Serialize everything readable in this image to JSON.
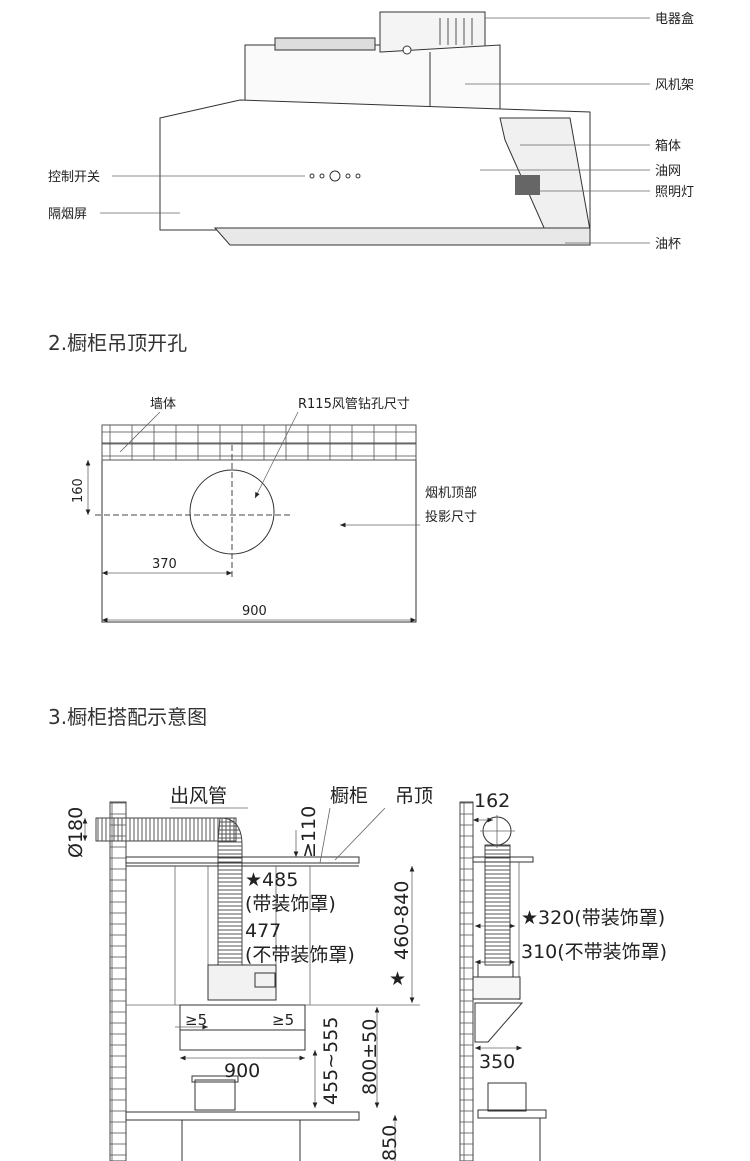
{
  "part1": {
    "labels_right": [
      "电器盒",
      "风机架",
      "箱体",
      "油网",
      "照明灯",
      "油杯"
    ],
    "labels_left": [
      "控制开关",
      "隔烟屏"
    ]
  },
  "part2": {
    "heading": "2.橱柜吊顶开孔",
    "wall": "墙体",
    "hole": "R115风管钻孔尺寸",
    "proj1": "烟机顶部",
    "proj2": "投影尺寸",
    "dim_160": "160",
    "dim_370": "370",
    "dim_900": "900"
  },
  "part3": {
    "heading": "3.橱柜搭配示意图",
    "duct": "出风管",
    "cabinet": "橱柜",
    "ceiling": "吊顶",
    "d180": "Ø180",
    "d110": "≥110",
    "d485": "★485",
    "with_cover": "(带装饰罩)",
    "d477": "477",
    "without_cover": "(不带装饰罩)",
    "d460": "460-840",
    "star": "★",
    "ge5": "≥5",
    "d900": "900",
    "d455": "455~555",
    "d800": "800±50",
    "d850": "850",
    "d162": "162",
    "d320": "★320(带装饰罩)",
    "d310": "310(不带装饰罩)",
    "d350": "350"
  }
}
